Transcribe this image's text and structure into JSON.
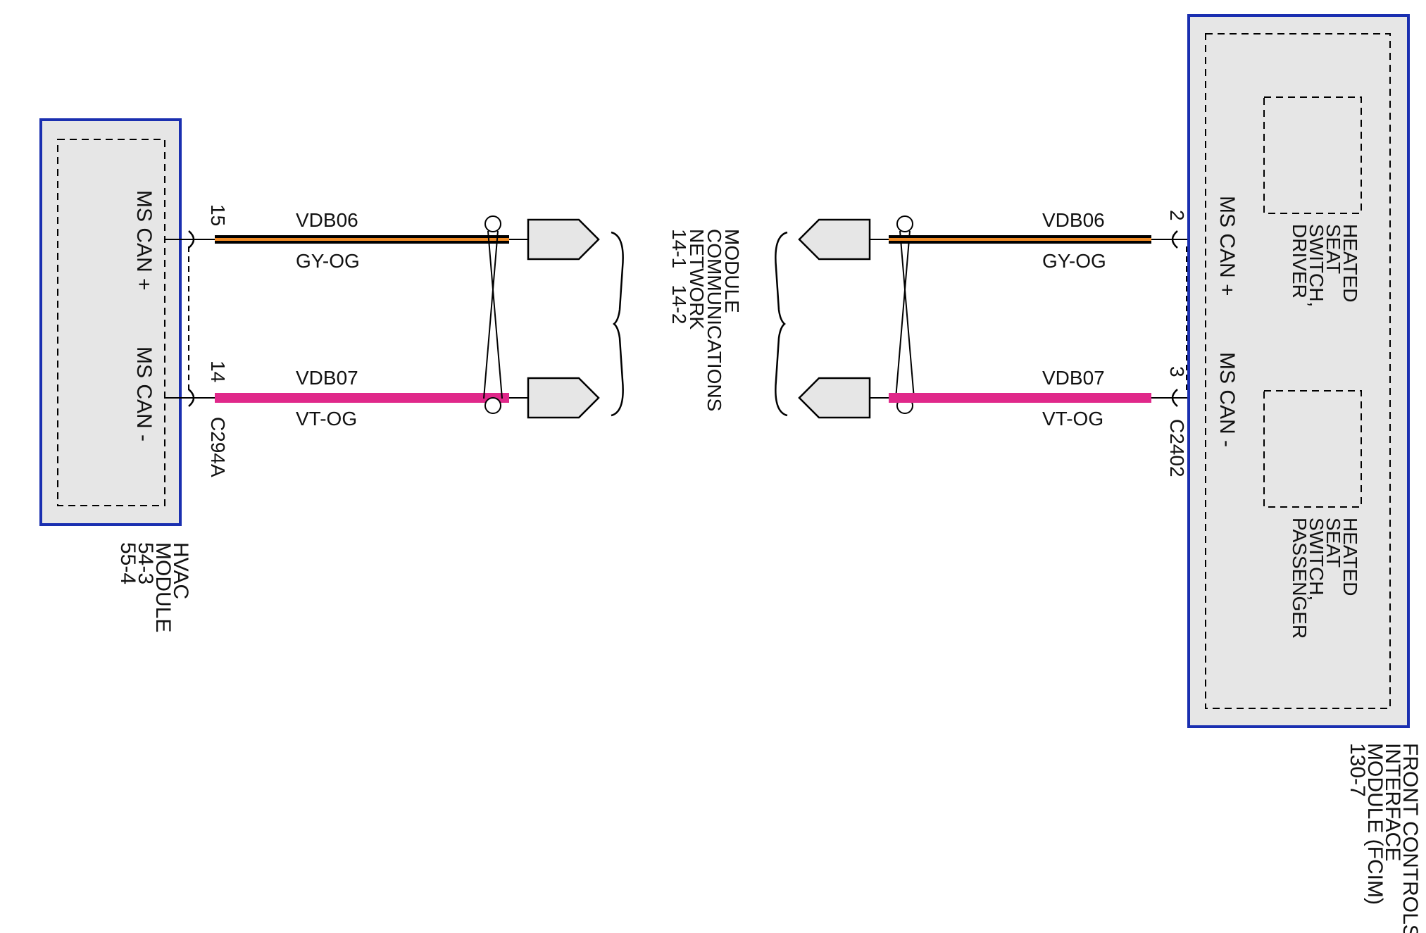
{
  "colors": {
    "module_border": "#1a2fb0",
    "module_fill": "#e6e6e6",
    "wire_vdb06_main": "#000000",
    "wire_vdb06_stripe": "#f08a24",
    "wire_vdb07": "#e0288a",
    "connector_fill": "#e6e6e6"
  },
  "left_module": {
    "name_lines": [
      "HVAC",
      "MODULE",
      "54-3",
      "55-4"
    ],
    "pin_plus_label": "MS CAN +",
    "pin_minus_label": "MS CAN -",
    "pin_plus_number": "15",
    "pin_minus_number": "14",
    "connector_id": "C294A"
  },
  "right_module": {
    "name_lines": [
      "FRONT CONTROLS",
      "INTERFACE",
      "MODULE (FCIM)",
      "130-7"
    ],
    "pin_plus_label": "MS CAN +",
    "pin_minus_label": "MS CAN -",
    "pin_plus_number": "2",
    "pin_minus_number": "3",
    "connector_id": "C2402",
    "sub_driver": [
      "HEATED",
      "SEAT",
      "SWITCH,",
      "DRIVER"
    ],
    "sub_passenger": [
      "HEATED",
      "SEAT",
      "SWITCH,",
      "PASSENGER"
    ]
  },
  "wires": {
    "left_top_circuit": "VDB06",
    "left_top_color": "GY-OG",
    "left_bottom_circuit": "VDB07",
    "left_bottom_color": "VT-OG",
    "right_top_circuit": "VDB06",
    "right_top_color": "GY-OG",
    "right_bottom_circuit": "VDB07",
    "right_bottom_color": "VT-OG"
  },
  "network_ref": {
    "lines": [
      "MODULE",
      "COMMUNICATIONS",
      "NETWORK",
      "14-1   14-2"
    ]
  }
}
